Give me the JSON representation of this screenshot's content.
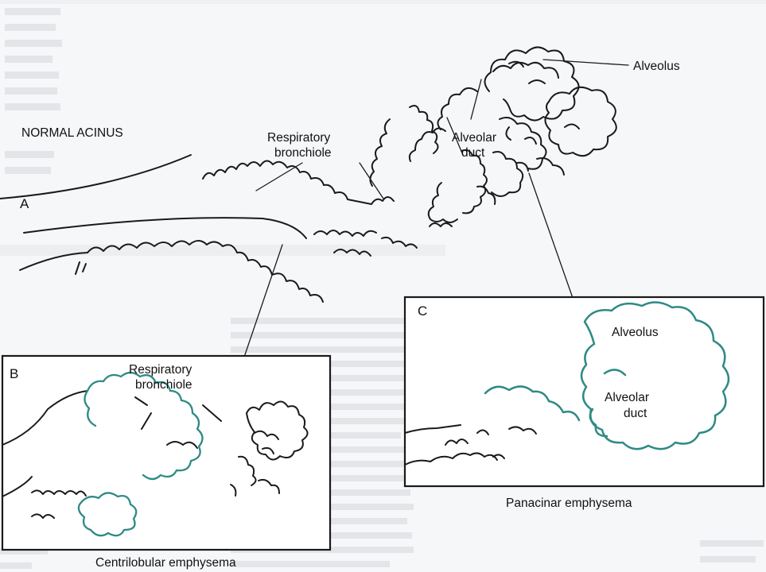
{
  "figure": {
    "normal_heading": "NORMAL ACINUS",
    "panel_a_letter": "A",
    "label_resp_line1": "Respiratory",
    "label_resp_line2": "bronchiole",
    "label_duct_line1": "Alveolar",
    "label_duct_line2": "duct",
    "label_alveolus": "Alveolus"
  },
  "panel_b": {
    "letter": "B",
    "label_line1": "Respiratory",
    "label_line2": "bronchiole",
    "caption": "Centrilobular emphysema"
  },
  "panel_c": {
    "letter": "C",
    "label_alveolus": "Alveolus",
    "label_duct_line1": "Alveolar",
    "label_duct_line2": "duct",
    "caption": "Panacinar emphysema"
  },
  "colors": {
    "ink": "#1a1a1a",
    "diseased_outline": "#2e8b84",
    "bleed_through": "#c9ced3"
  }
}
